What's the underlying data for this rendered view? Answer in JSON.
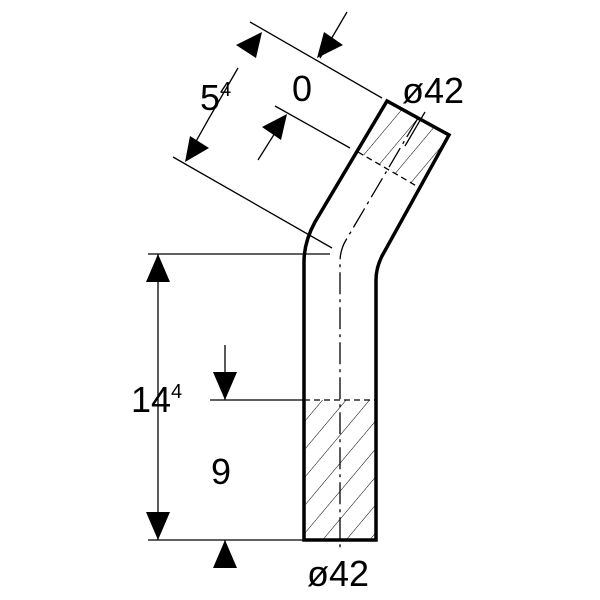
{
  "title": "45° pipe bend dimension drawing",
  "dimensions": {
    "upper_length_base": "5",
    "upper_length_sup": "4",
    "upper_offset": "0",
    "upper_diameter": "ø42",
    "lower_length_base": "14",
    "lower_length_sup": "4",
    "lower_insertion": "9",
    "lower_diameter": "ø42"
  },
  "colors": {
    "line": "#000000",
    "background": "#ffffff"
  }
}
